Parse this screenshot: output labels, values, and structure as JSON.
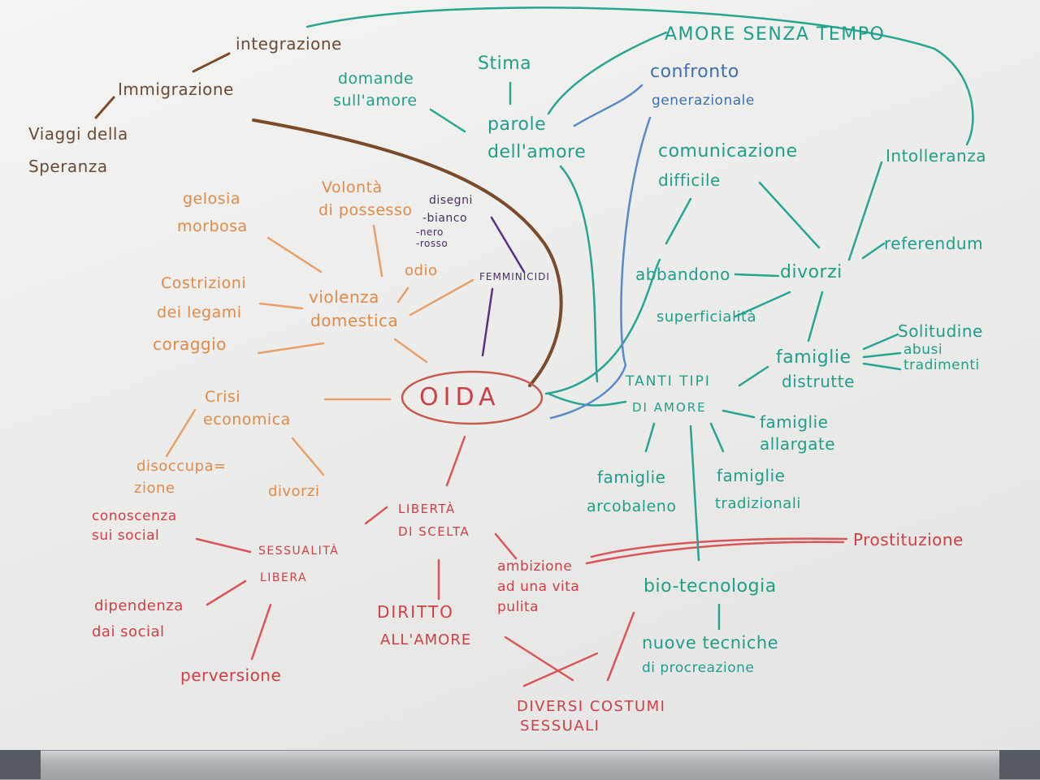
{
  "colors": {
    "brown": "#6b4a35",
    "orange": "#e08a4a",
    "purple": "#4a2c6a",
    "red": "#cf3e44",
    "teal": "#1f9e8a",
    "blue": "#3e6fb0"
  },
  "center": {
    "word": "OIDA"
  },
  "brown_branch": {
    "integrazione": "integrazione",
    "immigrazione": "Immigrazione",
    "viaggi_1": "Viaggi della",
    "viaggi_2": "Speranza"
  },
  "orange_branch": {
    "gelosia_1": "gelosia",
    "gelosia_2": "morbosa",
    "volonta_1": "Volontà",
    "volonta_2": "di possesso",
    "odio": "odio",
    "costrizioni_1": "Costrizioni",
    "costrizioni_2": "dei legami",
    "violenza_1": "violenza",
    "violenza_2": "domestica",
    "coraggio": "coraggio",
    "crisi_1": "Crisi",
    "crisi_2": "economica",
    "disoccupa_1": "disoccupa=",
    "disoccupa_2": "zione",
    "divorzi": "divorzi"
  },
  "purple_branch": {
    "disegni": "disegni",
    "bianco": "-bianco",
    "nero": "-nero",
    "rosso": "-rosso",
    "femminicidi": "FEMMINICIDI"
  },
  "red_branch": {
    "liberta_1": "LIBERTÀ",
    "liberta_2": "DI SCELTA",
    "conoscenza_1": "conoscenza",
    "conoscenza_2": "sui social",
    "sessualita_1": "SESSUALITÀ",
    "sessualita_2": "LIBERA",
    "dipendenza_1": "dipendenza",
    "dipendenza_2": "dai social",
    "perversione": "perversione",
    "diritto_1": "DIRITTO",
    "diritto_2": "ALL'AMORE",
    "ambizione_1": "ambizione",
    "ambizione_2": "ad una vita",
    "ambizione_3": "pulita",
    "diversi_1": "DIVERSI COSTUMI",
    "diversi_2": "SESSUALI",
    "prostituzione": "Prostituzione"
  },
  "teal_branch": {
    "amore_senza_tempo": "AMORE SENZA TEMPO",
    "stima": "Stima",
    "domande_1": "domande",
    "domande_2": "sull'amore",
    "parole_1": "parole",
    "parole_2": "dell'amore",
    "comunicazione_1": "comunicazione",
    "comunicazione_2": "difficile",
    "intolleranza": "Intolleranza",
    "referendum": "referendum",
    "abbandono": "abbandono",
    "divorzi": "divorzi",
    "superficialita": "superficialità",
    "famiglie_distrutte_1": "famiglie",
    "famiglie_distrutte_2": "distrutte",
    "solitudine": "Solitudine",
    "abusi": "abusi",
    "tradimenti": "tradimenti",
    "tanti_1": "TANTI TIPI",
    "tanti_2": "DI AMORE",
    "allargate_1": "famiglie",
    "allargate_2": "allargate",
    "arcobaleno_1": "famiglie",
    "arcobaleno_2": "arcobaleno",
    "tradizionali_1": "famiglie",
    "tradizionali_2": "tradizionali",
    "biotec": "bio-tecnologia",
    "nuove_1": "nuove tecniche",
    "nuove_2": "di procreazione"
  },
  "blue_branch": {
    "confronto_1": "confronto",
    "confronto_2": "generazionale"
  }
}
